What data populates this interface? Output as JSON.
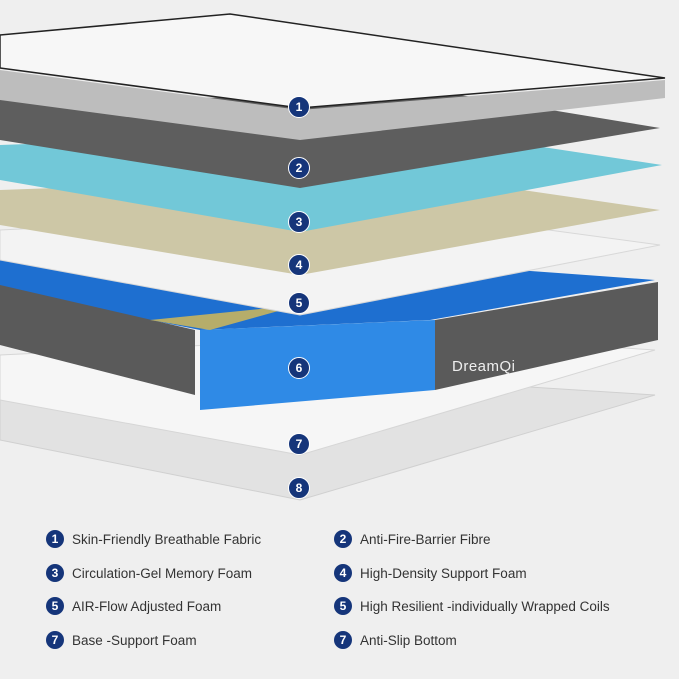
{
  "brand": "DreamQi",
  "colors": {
    "badge": "#15357a",
    "coil": "#1e7bd8",
    "gel": "#6cc6d6",
    "support": "#c9c2a0",
    "felt": "#555555"
  },
  "layer_badges": [
    "1",
    "2",
    "3",
    "4",
    "5",
    "6",
    "7",
    "8"
  ],
  "legend": [
    {
      "num": "1",
      "label": "Skin-Friendly Breathable Fabric"
    },
    {
      "num": "2",
      "label": "Anti-Fire-Barrier Fibre"
    },
    {
      "num": "3",
      "label": "Circulation-Gel Memory Foam"
    },
    {
      "num": "4",
      "label": "High-Density Support Foam"
    },
    {
      "num": "5",
      "label": "AIR-Flow Adjusted Foam"
    },
    {
      "num": "5",
      "label": "High Resilient -individually Wrapped Coils"
    },
    {
      "num": "7",
      "label": "Base -Support Foam"
    },
    {
      "num": "7",
      "label": "Anti-Slip Bottom"
    }
  ]
}
